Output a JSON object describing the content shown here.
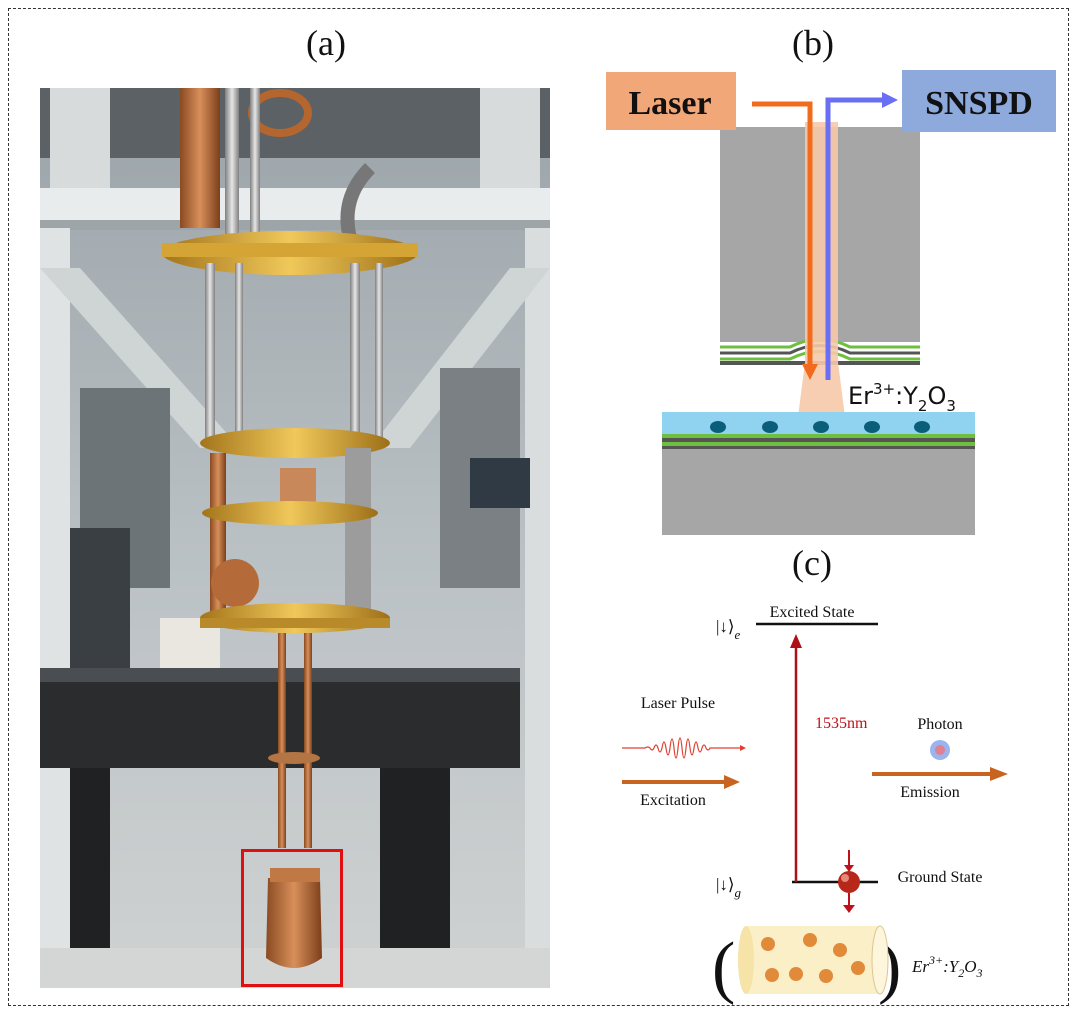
{
  "panels": {
    "a": "(a)",
    "b": "(b)",
    "c": "(c)"
  },
  "panel_b": {
    "laser": "Laser",
    "detector": "SNSPD",
    "sample_prefix": "Er",
    "sample_charge": "3+",
    "sample_host_y": "Y",
    "sample_host_o": "O",
    "sample_sub_2": "2",
    "sample_sub_3": "3",
    "sample_colon": ":"
  },
  "panel_c": {
    "excited_state": "Excited State",
    "ground_state": "Ground State",
    "ket_excited": "|↓⟩",
    "ket_excited_sub": "e",
    "ket_ground": "|↓⟩",
    "ket_ground_sub": "g",
    "wavelength": "1535nm",
    "laser_pulse": "Laser Pulse",
    "excitation": "Excitation",
    "photon": "Photon",
    "emission": "Emission",
    "crystal_prefix": "Er",
    "crystal_charge": "3+",
    "crystal_host": ":Y",
    "crystal_sub_2": "2",
    "crystal_o": "O",
    "crystal_sub_3": "3"
  },
  "colors": {
    "laser_box": "#f2a779",
    "snspd_box": "#8ea9db",
    "laser_arrow": "#f26b1d",
    "snspd_arrow": "#6a6ef5",
    "chip_gray": "#a6a6a6",
    "film_green": "#6fbf3f",
    "sample_blue": "#8fd3f0",
    "ion_dot": "#0b5e7a",
    "transition_red": "#b01015",
    "orange_arrow": "#c8641f",
    "highlight_box": "#e01010"
  }
}
